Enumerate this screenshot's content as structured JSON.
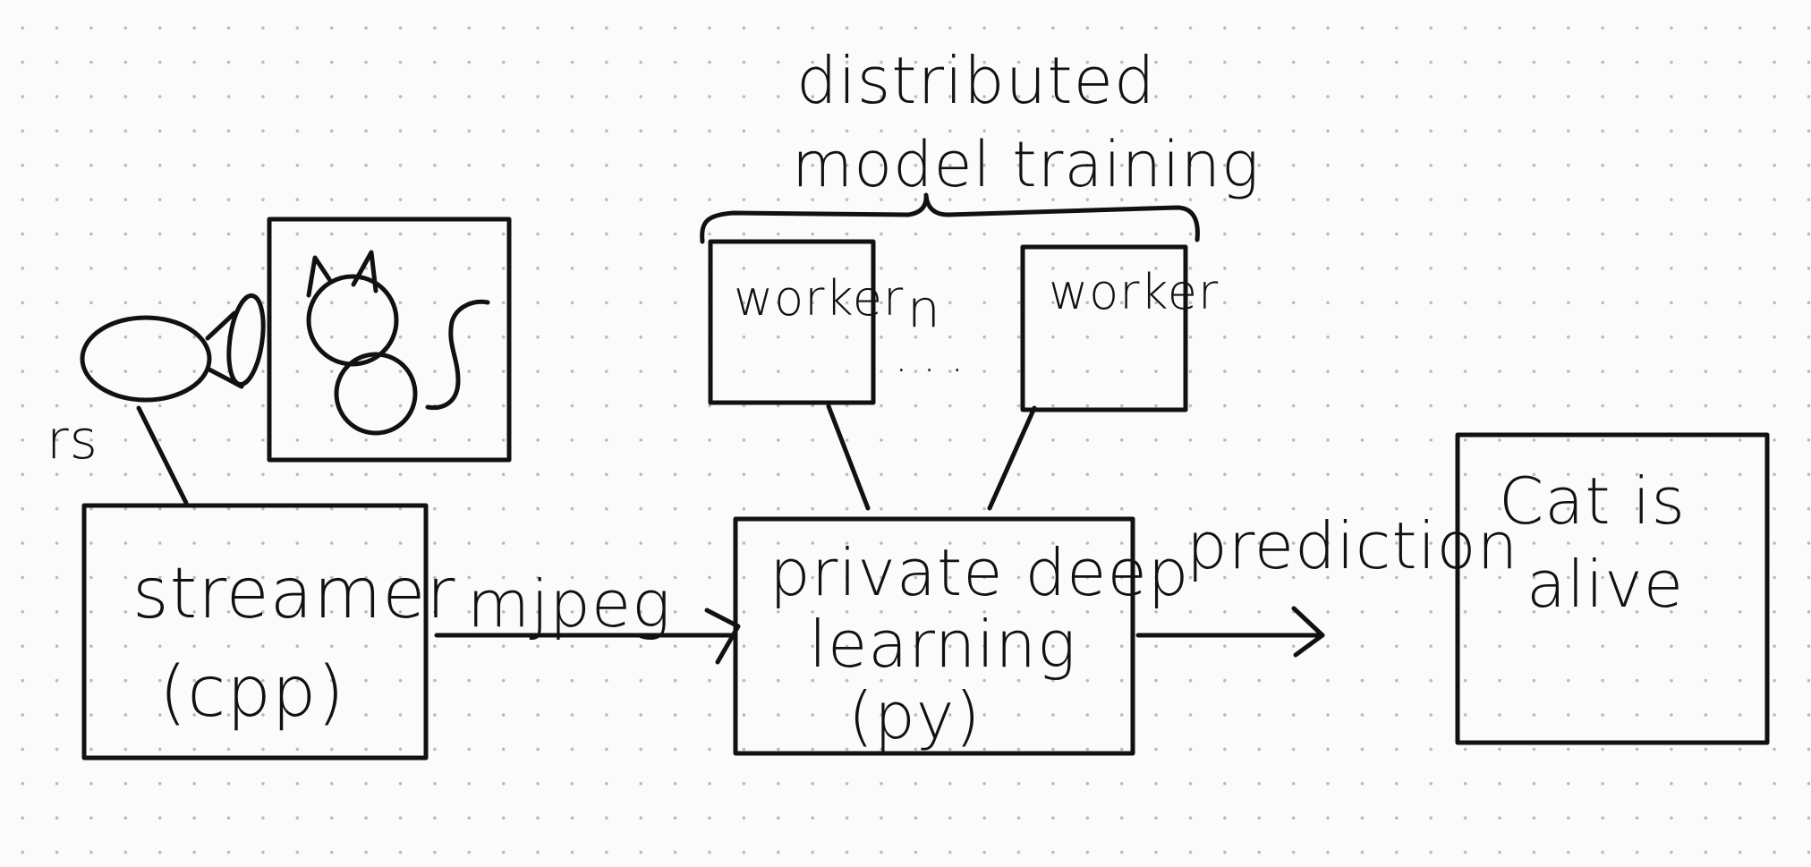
{
  "diagram": {
    "title_line1": "distributed",
    "title_line2": "model training",
    "camera_label": "rs",
    "streamer": {
      "line1": "streamer",
      "line2": "(cpp)"
    },
    "stream_label": "mjpeg",
    "worker_left": "worker",
    "worker_count": "n",
    "worker_ellipsis": ". . .",
    "worker_right": "worker",
    "pdl": {
      "line1": "private deep",
      "line2": "learning",
      "line3": "(py)"
    },
    "prediction_label": "prediction",
    "output": {
      "line1": "Cat is",
      "line2": "alive"
    }
  }
}
